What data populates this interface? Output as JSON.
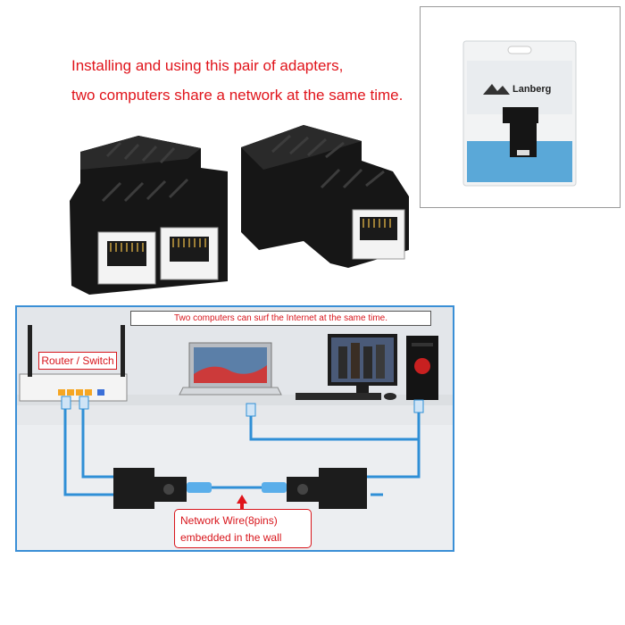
{
  "headline": {
    "line1": "Installing and using this pair of adapters,",
    "line2": "two computers share a network at the same time."
  },
  "package": {
    "brand": "Lanberg"
  },
  "diagram": {
    "banner": "Two computers can surf the Internet at the same time.",
    "router_label": "Router / Switch",
    "wire_label_line1": "Network Wire(8pins)",
    "wire_label_line2": "embedded in the wall"
  },
  "colors": {
    "headline": "#e0141b",
    "cable": "#2f8fd6",
    "frame": "#3a8fd6",
    "adapter": "#1c1c1c"
  }
}
